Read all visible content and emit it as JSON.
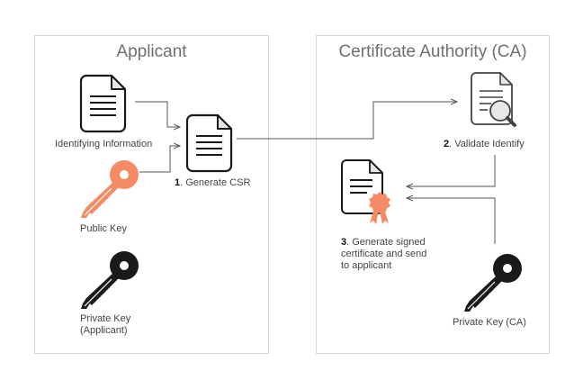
{
  "panels": {
    "applicant": {
      "title": "Applicant"
    },
    "ca": {
      "title": "Certificate Authority (CA)"
    }
  },
  "nodes": {
    "identifying_info": {
      "label": "Identifying Information",
      "icon": "document-icon"
    },
    "public_key": {
      "label": "Public Key",
      "icon": "key-icon"
    },
    "private_key_applicant": {
      "label_line1": "Private Key",
      "label_line2": "(Applicant)",
      "icon": "key-icon"
    },
    "generate_csr": {
      "step": "1",
      "label": ". Generate CSR",
      "icon": "document-icon"
    },
    "validate_identify": {
      "step": "2",
      "label": ". Validate Identify",
      "icon": "document-search-icon"
    },
    "signed_cert": {
      "step": "3",
      "label_line1": ". Generate signed",
      "label_line2": "certificate and send",
      "label_line3": "to applicant",
      "icon": "certificate-icon"
    },
    "private_key_ca": {
      "label": "Private Key (CA)",
      "icon": "key-icon"
    }
  },
  "colors": {
    "accent": "#f58b64",
    "dark": "#1a1a1a",
    "line": "#555555",
    "panel_border": "#d6d6d6"
  }
}
